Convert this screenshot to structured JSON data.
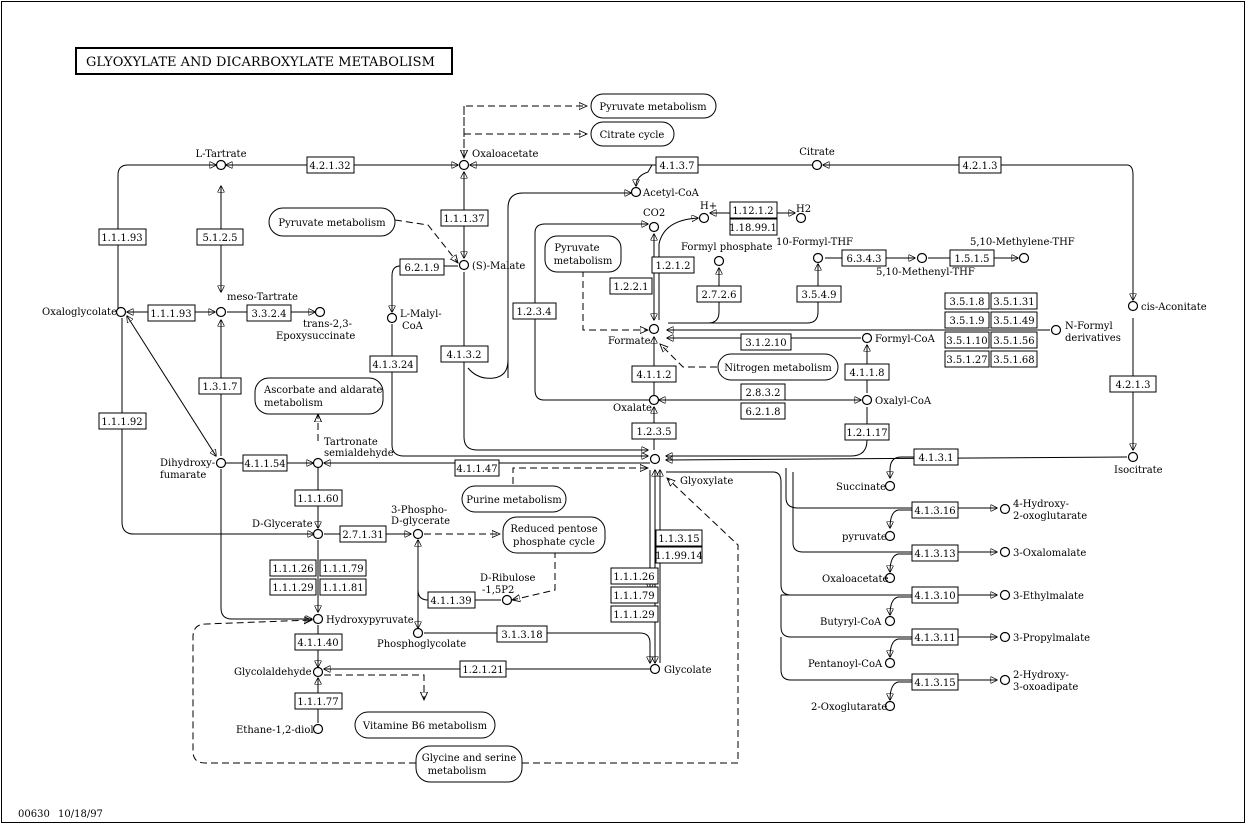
{
  "title": "GLYOXYLATE AND DICARBOXYLATE METABOLISM",
  "footer": {
    "map_id": "00630",
    "date": "10/18/97"
  },
  "compounds": {
    "l_tartrate": "L-Tartrate",
    "oxaloacetate": "Oxaloacetate",
    "citrate": "Citrate",
    "acetyl_coa": "Acetyl-CoA",
    "co2": "CO2",
    "h_plus": "H+",
    "h2": "H2",
    "formyl_phosphate": "Formyl phosphate",
    "formyl_thf": "10-Formyl-THF",
    "methylene_thf": "5,10-Methylene-THF",
    "methenyl_thf": "5,10-Methenyl-THF",
    "s_malate": "(S)-Malate",
    "oxaloglycolate": "Oxaloglycolate",
    "meso_tartrate": "meso-Tartrate",
    "epoxysuccinate_1": "trans-2,3-",
    "epoxysuccinate_2": "Epoxysuccinate",
    "l_malyl_coa_1": "L-Malyl-",
    "l_malyl_coa_2": "CoA",
    "cis_aconitate": "cis-Aconitate",
    "n_formyl_1": "N-Formyl",
    "n_formyl_2": "derivatives",
    "formate": "Formate",
    "formyl_coa": "Formyl-CoA",
    "oxalate": "Oxalate",
    "oxalyl_coa": "Oxalyl-CoA",
    "tartronate_1": "Tartronate",
    "tartronate_2": "semialdehyde",
    "dihydroxy_1": "Dihydroxy-",
    "dihydroxy_2": "fumarate",
    "glyoxylate": "Glyoxylate",
    "isocitrate": "Isocitrate",
    "succinate": "Succinate",
    "d_glycerate": "D-Glycerate",
    "phospho_glycerate_1": "3-Phospho-",
    "phospho_glycerate_2": "D-glycerate",
    "pyruvate": "pyruvate",
    "hydroxy_oxoglutarate_1": "4-Hydroxy-",
    "hydroxy_oxoglutarate_2": "2-oxoglutarate",
    "oxaloacetate_2": "Oxaloacetate",
    "oxalomalate": "3-Oxalomalate",
    "d_ribulose_1": "D-Ribulose",
    "d_ribulose_2": "-1,5P2",
    "butyryl_coa": "Butyryl-CoA",
    "ethylmalate": "3-Ethylmalate",
    "hydroxypyruvate": "Hydroxypyruvate",
    "phosphoglycolate": "Phosphoglycolate",
    "pentanoyl_coa": "Pentanoyl-CoA",
    "propylmalate": "3-Propylmalate",
    "glycolaldehyde": "Glycolaldehyde",
    "glycolate": "Glycolate",
    "oxoglutarate": "2-Oxoglutarate",
    "hydroxy_oxoadipate_1": "2-Hydroxy-",
    "hydroxy_oxoadipate_2": "3-oxoadipate",
    "ethane_diol": "Ethane-1,2-diol"
  },
  "pathways": {
    "pyruvate_top": "Pyruvate metabolism",
    "citrate_cycle": "Citrate cycle",
    "pyruvate_left": "Pyruvate metabolism",
    "pyruvate_center_1": "Pyruvate",
    "pyruvate_center_2": "metabolism",
    "ascorbate_1": "Ascorbate and aldarate",
    "ascorbate_2": "metabolism",
    "nitrogen": "Nitrogen metabolism",
    "purine": "Purine metabolism",
    "pentose_1": "Reduced pentose",
    "pentose_2": "phosphate cycle",
    "vitamin_b6": "Vitamine B6 metabolism",
    "glycine_1": "Glycine and serine",
    "glycine_2": "metabolism"
  },
  "enzymes": {
    "e_4_2_1_32": "4.2.1.32",
    "e_4_1_3_7": "4.1.3.7",
    "e_4_2_1_3_top": "4.2.1.3",
    "e_1_12_1_2": "1.12.1.2",
    "e_1_18_99_1": "1.18.99.1",
    "e_1_1_1_93_left": "1.1.1.93",
    "e_5_1_2_5": "5.1.2.5",
    "e_1_1_1_37": "1.1.1.37",
    "e_1_2_1_2": "1.2.1.2",
    "e_6_3_4_3": "6.3.4.3",
    "e_1_5_1_5": "1.5.1.5",
    "e_6_2_1_9": "6.2.1.9",
    "e_1_2_2_1": "1.2.2.1",
    "e_2_7_2_6": "2.7.2.6",
    "e_3_5_4_9": "3.5.4.9",
    "e_1_1_1_93_mid": "1.1.1.93",
    "e_3_3_2_4": "3.3.2.4",
    "e_1_2_3_4": "1.2.3.4",
    "e_3_5_1_8": "3.5.1.8",
    "e_3_5_1_31": "3.5.1.31",
    "e_3_5_1_9": "3.5.1.9",
    "e_3_5_1_49": "3.5.1.49",
    "e_3_5_1_10": "3.5.1.10",
    "e_3_5_1_56": "3.5.1.56",
    "e_3_5_1_27": "3.5.1.27",
    "e_3_5_1_68": "3.5.1.68",
    "e_4_1_3_24": "4.1.3.24",
    "e_4_1_3_2": "4.1.3.2",
    "e_3_1_2_10": "3.1.2.10",
    "e_1_3_1_7": "1.3.1.7",
    "e_4_1_1_2": "4.1.1.2",
    "e_4_1_1_8": "4.1.1.8",
    "e_2_8_3_2": "2.8.3.2",
    "e_4_2_1_3_right": "4.2.1.3",
    "e_1_1_1_92": "1.1.1.92",
    "e_6_2_1_8": "6.2.1.8",
    "e_1_2_3_5": "1.2.3.5",
    "e_1_2_1_17": "1.2.1.17",
    "e_4_1_1_54": "4.1.1.54",
    "e_4_1_1_47": "4.1.1.47",
    "e_4_1_3_1": "4.1.3.1",
    "e_1_1_1_60": "1.1.1.60",
    "e_4_1_3_16": "4.1.3.16",
    "e_2_7_1_31": "2.7.1.31",
    "e_1_1_3_15": "1.1.3.15",
    "e_1_1_99_14": "1.1.99.14",
    "e_4_1_3_13": "4.1.3.13",
    "e_1_1_1_26_a": "1.1.1.26",
    "e_1_1_1_79_a": "1.1.1.79",
    "e_1_1_1_29_a": "1.1.1.29",
    "e_1_1_1_81": "1.1.1.81",
    "e_1_1_1_26_b": "1.1.1.26",
    "e_1_1_1_79_b": "1.1.1.79",
    "e_1_1_1_29_b": "1.1.1.29",
    "e_4_1_3_10": "4.1.3.10",
    "e_4_1_1_39": "4.1.1.39",
    "e_4_1_3_11": "4.1.3.11",
    "e_4_1_1_40": "4.1.1.40",
    "e_3_1_3_18": "3.1.3.18",
    "e_1_2_1_21": "1.2.1.21",
    "e_4_1_3_15": "4.1.3.15",
    "e_1_1_1_77": "1.1.1.77"
  }
}
